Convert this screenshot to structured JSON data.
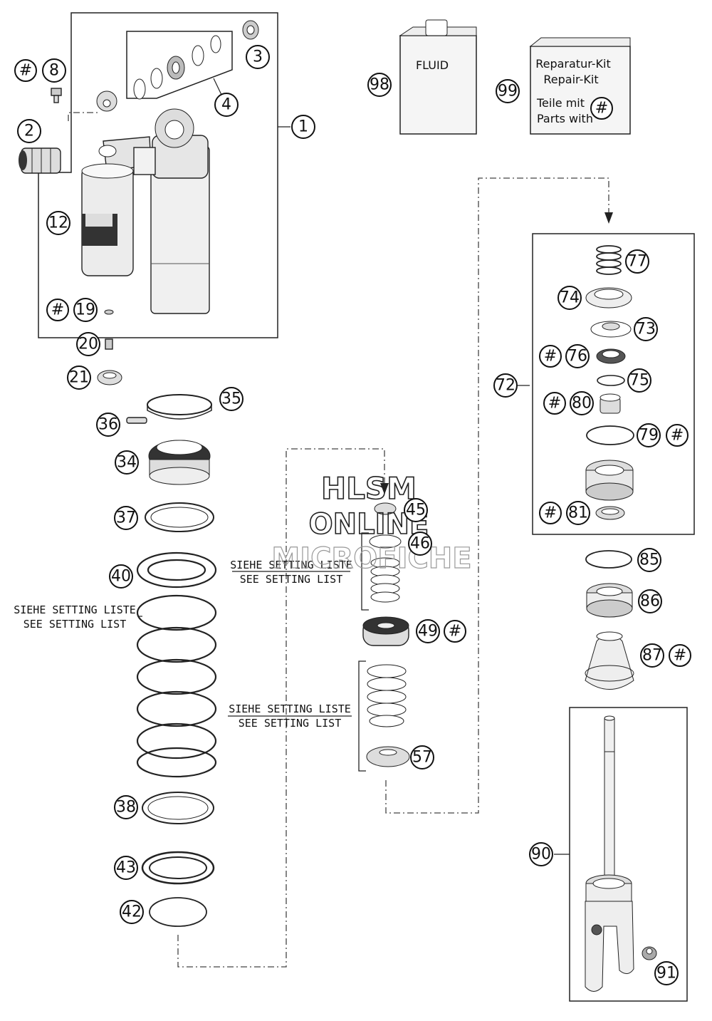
{
  "callouts": [
    {
      "id": "c1",
      "text": "1"
    },
    {
      "id": "c2",
      "text": "2"
    },
    {
      "id": "c3",
      "text": "3"
    },
    {
      "id": "c4",
      "text": "4"
    },
    {
      "id": "c8",
      "text": "8"
    },
    {
      "id": "c12",
      "text": "12"
    },
    {
      "id": "c19",
      "text": "19"
    },
    {
      "id": "c20",
      "text": "20"
    },
    {
      "id": "c21",
      "text": "21"
    },
    {
      "id": "c34",
      "text": "34"
    },
    {
      "id": "c35",
      "text": "35"
    },
    {
      "id": "c36",
      "text": "36"
    },
    {
      "id": "c37",
      "text": "37"
    },
    {
      "id": "c38",
      "text": "38"
    },
    {
      "id": "c40",
      "text": "40"
    },
    {
      "id": "c42",
      "text": "42"
    },
    {
      "id": "c43",
      "text": "43"
    },
    {
      "id": "c45",
      "text": "45"
    },
    {
      "id": "c46",
      "text": "46"
    },
    {
      "id": "c49",
      "text": "49"
    },
    {
      "id": "c57",
      "text": "57"
    },
    {
      "id": "c72",
      "text": "72"
    },
    {
      "id": "c73",
      "text": "73"
    },
    {
      "id": "c74",
      "text": "74"
    },
    {
      "id": "c75",
      "text": "75"
    },
    {
      "id": "c76",
      "text": "76"
    },
    {
      "id": "c77",
      "text": "77"
    },
    {
      "id": "c79",
      "text": "79"
    },
    {
      "id": "c80",
      "text": "80"
    },
    {
      "id": "c81",
      "text": "81"
    },
    {
      "id": "c85",
      "text": "85"
    },
    {
      "id": "c86",
      "text": "86"
    },
    {
      "id": "c87",
      "text": "87"
    },
    {
      "id": "c90",
      "text": "90"
    },
    {
      "id": "c91",
      "text": "91"
    },
    {
      "id": "c98",
      "text": "98"
    },
    {
      "id": "c99",
      "text": "99"
    }
  ],
  "hash_symbol": "#",
  "notes": {
    "setting_de": "SIEHE SETTING LISTE",
    "setting_en": "SEE SETTING LIST"
  },
  "fluid_label": "FLUID",
  "repair_kit": {
    "line1": "Reparatur-Kit",
    "line2": "Repair-Kit",
    "line3": "Teile mit",
    "line4": "Parts with"
  },
  "watermark": {
    "line1": "HLSM",
    "line2": "ONLINE",
    "line3": "MICROFICHE"
  }
}
